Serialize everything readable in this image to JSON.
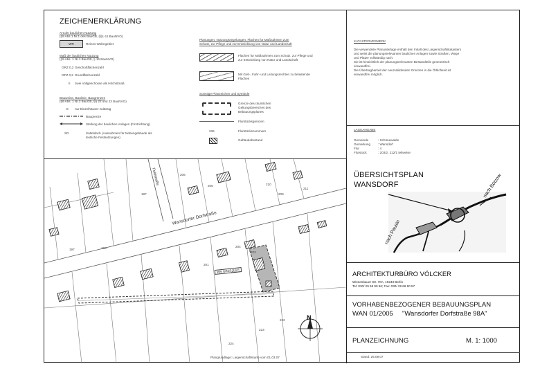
{
  "legend": {
    "title": "ZEICHENERKLÄRUNG",
    "section1_title": "Art der baulichen Nutzung",
    "section1_ref": "(§9 Abs.1 Nr.1 des BauGB, §§1-11 BauNVO)",
    "wr_code": "WR",
    "wr_label": "Reines Wohngebiet",
    "section2_title": "Maß der baulichen Nutzung",
    "section2_ref": "(§9 Abs. 1 Nr.1 BauGB, § 16 BauNVO)",
    "grz_code": "GRZ 0,2",
    "grz_label": "Geschoßflächenzahl",
    "gfz_code": "GFZ 0,2",
    "gfz_label": "Grundflächenzahl",
    "ii_code": "II",
    "ii_label": "zwei Vollgeschosse als Höchstmaß",
    "section3_title": "Bauweise, Baulinie, Baugrenzen",
    "section3_ref": "(§9 Abs. 1 Nr.2 BauGB, §§ 22 und 23 BauNVO)",
    "e_code": "E",
    "e_label": "nur Einzelhäuser zulässig",
    "baugrenze_label": "Baugrenze",
    "stellung_label": "Stellung der baulichen Anlagen (Firstrichtung)",
    "sd_code": "SD",
    "sd_label": "Satteldach (Ausnahmen für Nebengebäude als",
    "sd_label2": "textliche Festsetzungen)",
    "planungen_title": "Planungen, Nutzungsregelungen, Flächen für Maßnahmen zum",
    "planungen_title2": "Schutz, zur Pflege und zur Entwicklung von Natur und Landschaft",
    "flaechen_label": "Flächen für Maßnahmen zum Schutz, zur Pflege und",
    "flaechen_label2": "zur Entwicklung von Natur und Landschaft",
    "geh_label": "Mit Geh-, Fahr- und Leitungsrechten zu belastende",
    "geh_label2": "Flächen",
    "sonstige_title": "Sonstige Planzeichen und Symbole",
    "grenze_label": "Grenze des räumlichen",
    "grenze_label2": "Geltungsbereiches des",
    "grenze_label3": "Bebauungsplanes",
    "flurstuecksgrenzen_label": "Flurstücksgrenzen",
    "flurnummer_code": "236",
    "flurnummer_label": "Flurstücksnummern",
    "gebaeude_label": "Gebäudebestand"
  },
  "notes": {
    "title": "KATASTERVERMERK",
    "lines": [
      "Die verwendete Planunterlage enthält den Inhalt des Liegenschaftskatasters",
      "und weist die planungsrelevanten baulichen Anlagen sowie Straßen, Wege",
      "und Plätze vollständig nach.",
      "Sie ist hinsichtlich der planungsrelevanten Bestandteile geometrisch",
      "einwandfrei.",
      "Die Übertragbarkeit der neuzubildenden Grenzen in die Örtlichkeit ist",
      "einwandfrei möglich."
    ],
    "lage_title": "LAGEANGABE",
    "lage_rows": [
      {
        "k": "Gemeinde",
        "v": ": Schönewalde"
      },
      {
        "k": "Gemarkung",
        "v": ": Wansdorf"
      },
      {
        "k": "Flur",
        "v": ": 4"
      },
      {
        "k": "Flurstück",
        "v": ": 203/2, 212/1 teilweise"
      }
    ]
  },
  "overview": {
    "title": "ÜBERSICHTSPLAN",
    "subtitle": "WANSDORF",
    "label_boetzow": "nach Bötzow",
    "label_pausin": "nach Pausin"
  },
  "architect": {
    "name": "ARCHITEKTURBÜRO VÖLCKER",
    "address": "Wiesenbauer Str. 70A, 10243 Berlin",
    "phone": "Tel: 030/ 29 66 90 56; Fax: 030/ 29 66 90 57"
  },
  "plan": {
    "title": "VORHABENBEZOGENER BEBAUUNGSPLAN",
    "number": "WAN 01/2005",
    "name": "\"Wansdorfer Dorfstraße 98A\"",
    "type": "PLANZEICHNUNG",
    "scale": "M. 1: 1000",
    "stand": "Stand: 25.09.07"
  },
  "map": {
    "street1": "Wansdorfer Dorfstraße",
    "street2": "Feldstraße",
    "plot_label": "WR GRZ0,2 II E",
    "north": "N",
    "footer": "Plangrundlage: Liegenschaftskarte vom 01.03.07",
    "numbers": [
      "187",
      "210",
      "209",
      "211",
      "201",
      "202",
      "222",
      "223",
      "224",
      "203",
      "205",
      "206",
      "197",
      "198",
      "204"
    ]
  }
}
